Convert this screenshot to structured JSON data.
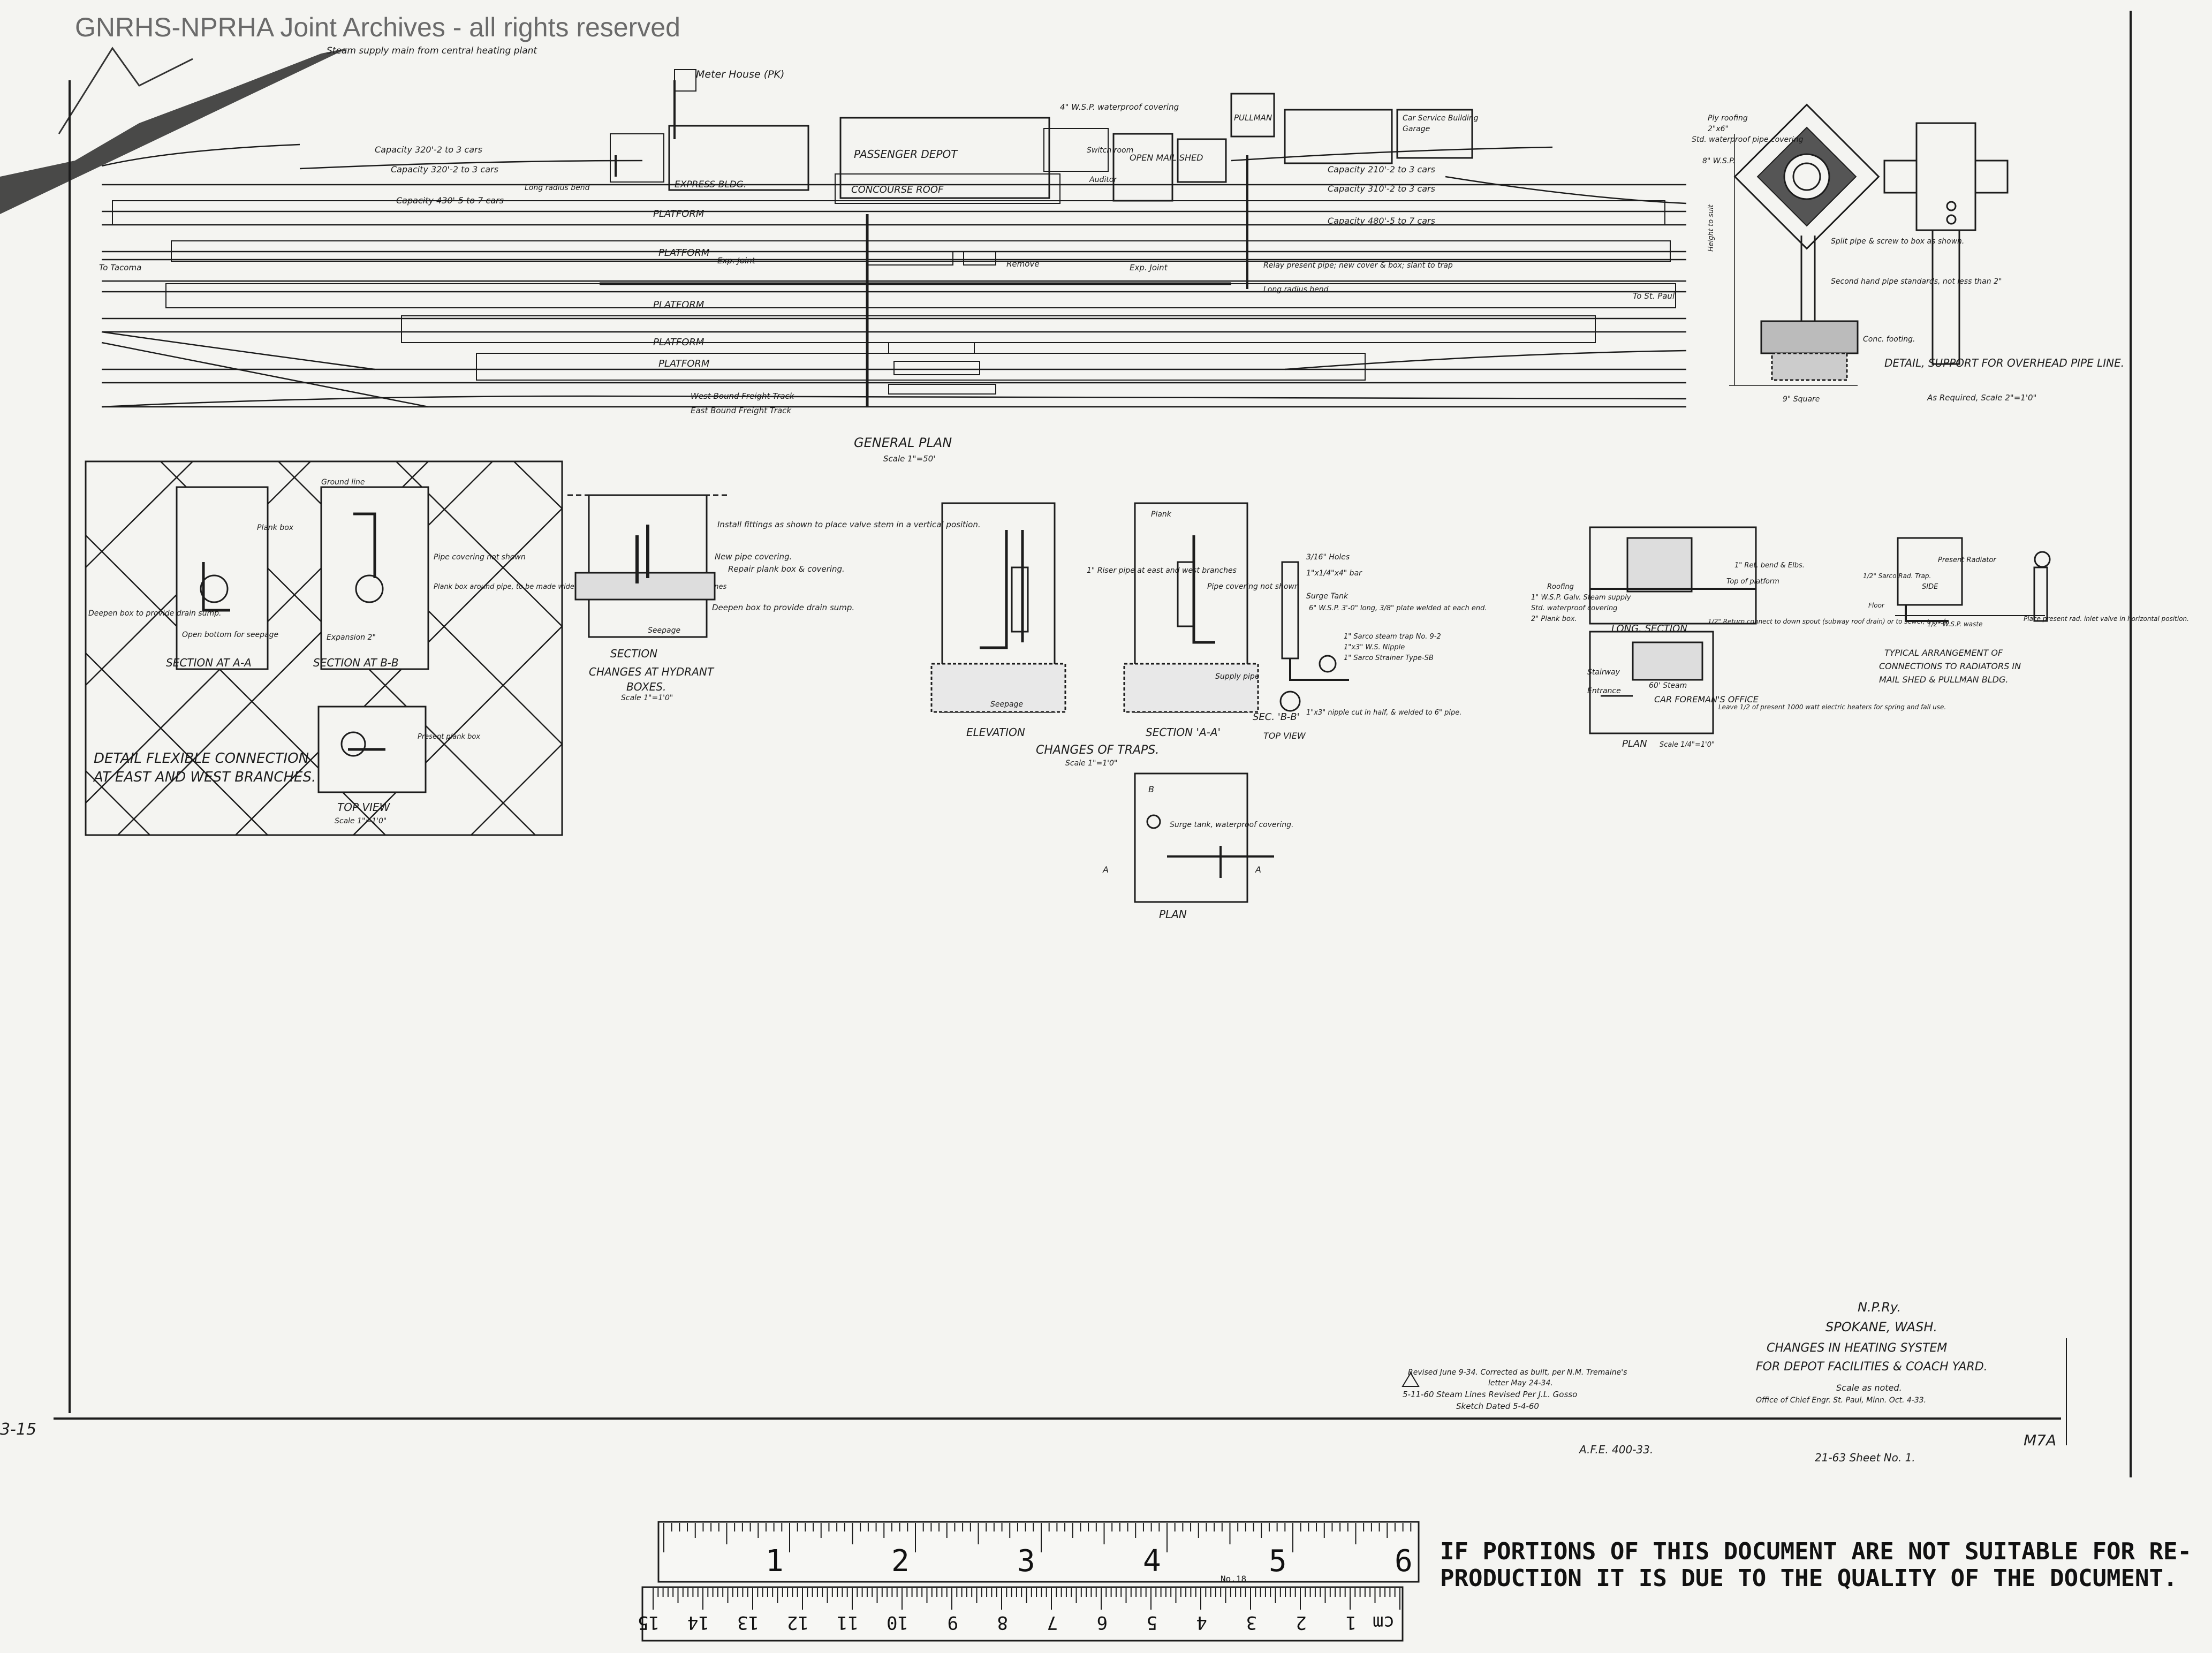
{
  "watermark": "GNRHS-NPRHA Joint Archives - all rights reserved",
  "general_plan": {
    "title": "GENERAL PLAN",
    "scale": "Scale 1\"=50'",
    "buildings": {
      "passenger_depot": "PASSENGER DEPOT",
      "concourse_roof": "CONCOURSE ROOF",
      "express_bldg": "EXPRESS BLDG.",
      "open_mail_shed": "OPEN MAIL SHED",
      "pullman": "PULLMAN",
      "meter_house": "Meter House (PK)",
      "car_service": "Car Service Building",
      "garage": "Garage",
      "switch_room": "Switch room",
      "auditor": "Auditor"
    },
    "platforms": [
      "PLATFORM",
      "PLATFORM",
      "PLATFORM",
      "PLATFORM",
      "PLATFORM"
    ],
    "labels": {
      "steam_supply": "Steam supply main from central heating plant",
      "to_tacoma": "To Tacoma",
      "to_st_paul": "To St. Paul",
      "west_freight": "West Bound Freight Track",
      "east_freight": "East Bound Freight Track",
      "cap_1": "Capacity 320'-2 to 3 cars",
      "cap_2": "Capacity 320'-2 to 3 cars",
      "cap_3": "Capacity 430'-5 to 7 cars",
      "cap_4": "Capacity 210'-2 to 3 cars",
      "cap_5": "Capacity 310'-2 to 3 cars",
      "cap_6": "Capacity 480'-5 to 7 cars",
      "long_radius": "Long radius bend",
      "exp_joint": "Exp. Joint",
      "relay_pipe": "Relay present pipe; new cover & box; slant to trap",
      "remove": "Remove",
      "waterproof_cov": "4\" W.S.P. waterproof covering"
    }
  },
  "detail_support": {
    "title": "DETAIL, SUPPORT FOR OVERHEAD PIPE LINE.",
    "scale": "As Required, Scale 2\"=1'0\"",
    "labels": {
      "ply_roofing": "Ply roofing",
      "size": "2\"x6\"",
      "std_wp": "Std. waterproof pipe covering",
      "wsp": "8\" W.S.P.",
      "split_pipe": "Split pipe & screw to box as shown.",
      "second_hand": "Second hand pipe standards, not less than 2\"",
      "conc_footing": "Conc. footing.",
      "square": "9\" Square",
      "height": "Height to suit"
    }
  },
  "detail_flexible": {
    "title_line1": "DETAIL FLEXIBLE CONNECTION",
    "title_line2": "AT EAST AND WEST BRANCHES.",
    "section_aa": "SECTION AT A-A",
    "section_bb": "SECTION AT B-B",
    "top_view": "TOP VIEW",
    "top_view_scale": "Scale 1\"=1'0\"",
    "labels": {
      "ground_line": "Ground line",
      "plank_box": "Plank box",
      "pipe_covering": "Pipe covering not shown",
      "plank_box_around": "Plank box around pipe, to be made wide enough to allow for expansion of pipe lines",
      "deepen_box": "Deepen box to provide drain sump.",
      "open_bottom": "Open bottom for seepage",
      "expansion": "Expansion 2\"",
      "present_plank": "Present plank box"
    }
  },
  "hydrant": {
    "title": "SECTION",
    "subtitle_1": "CHANGES AT HYDRANT",
    "subtitle_2": "BOXES.",
    "scale": "Scale 1\"=1'0\"",
    "labels": {
      "install": "Install fittings as shown to place valve stem in a vertical position.",
      "new_pipe": "New pipe covering.",
      "repair": "Repair plank box & covering.",
      "deepen": "Deepen box to provide drain sump.",
      "seepage": "Seepage"
    }
  },
  "traps": {
    "title": "CHANGES OF TRAPS.",
    "scale": "Scale 1\"=1'0\"",
    "elevation": "ELEVATION",
    "section_aa": "SECTION 'A-A'",
    "sec_bb": "SEC. 'B-B'",
    "top_view": "TOP VIEW",
    "plan": "PLAN",
    "labels": {
      "riser": "1\" Riser pipe at east and west branches",
      "plank": "Plank",
      "pipe_cov": "Pipe covering not shown",
      "supply": "Supply pipe",
      "seepage": "Seepage",
      "holes": "3/16\" Holes",
      "bar": "1\"x1/4\"x4\" bar",
      "surge": "Surge Tank",
      "tank_spec": "6\" W.S.P. 3'-0\" long, 3/8\" plate welded at each end.",
      "sarco_trap": "1\" Sarco steam trap No. 9-2",
      "nipple": "1\"x3\" W.S. Nipple",
      "strainer": "1\" Sarco Strainer Type-SB",
      "nipple_cut": "1\"x3\" nipple cut in half, & welded to 6\" pipe.",
      "surge_wp": "Surge tank, waterproof covering.",
      "mark_a": "A",
      "mark_b": "B"
    }
  },
  "foreman": {
    "long_section": "LONG. SECTION",
    "plan": "PLAN",
    "plan_scale": "Scale 1/4\"=1'0\"",
    "office": "CAR FOREMAN'S OFFICE",
    "labels": {
      "roofing": "Roofing",
      "wsp_galv": "1\" W.S.P. Galv. Steam supply",
      "std_wp": "Std. waterproof covering",
      "plank_box": "2\" Plank box.",
      "stairway": "Stairway",
      "entrance": "Entrance",
      "steam_60": "60' Steam",
      "leave": "Leave 1/2 of present 1000 watt electric heaters for spring and fall use.",
      "return": "1/2\" Return connect to down spout (subway roof drain) or to sewer, trench.",
      "top_platform": "Top of platform",
      "ret_bend": "1\" Ret. bend & Elbs."
    }
  },
  "radiators": {
    "title_1": "TYPICAL ARRANGEMENT OF",
    "title_2": "CONNECTIONS TO RADIATORS IN",
    "title_3": "MAIL SHED & PULLMAN BLDG.",
    "labels": {
      "present_radiator": "Present Radiator",
      "side": "SIDE",
      "sarco_trap": "1/2\" Sarco Rad. Trap.",
      "floor": "Floor",
      "wsp": "1/2\" W.S.P. waste",
      "place": "Place present rad. inlet valve in horizontal position."
    }
  },
  "title_block": {
    "railway": "N.P.Ry.",
    "city": "SPOKANE, WASH.",
    "title_1": "CHANGES IN HEATING SYSTEM",
    "title_2": "FOR DEPOT FACILITIES & COACH YARD.",
    "scale": "Scale as noted.",
    "office": "Office of Chief Engr. St. Paul, Minn. Oct. 4-33.",
    "revised_1": "Revised June 9-34. Corrected as built, per N.M. Tremaine's",
    "revised_2": "letter May 24-34.",
    "revised_3": "5-11-60  Steam Lines Revised Per J.L. Gosso",
    "revised_4": "Sketch Dated 5-4-60",
    "aee": "A.F.E. 400-33.",
    "sheet": "21-63  Sheet No. 1.",
    "drawing_no": "M7A",
    "margin_mark": "3-15"
  },
  "ruler": {
    "inches": [
      "1",
      "2",
      "3",
      "4",
      "5",
      "6"
    ],
    "cm": [
      "1",
      "2",
      "3",
      "4",
      "5",
      "6",
      "7",
      "8",
      "9",
      "10",
      "11",
      "12",
      "13",
      "14",
      "15"
    ],
    "cm_unit": "cm",
    "maker": "No.18"
  },
  "notice": {
    "line_1": "IF PORTIONS OF THIS DOCUMENT ARE NOT SUITABLE FOR RE-",
    "line_2": "PRODUCTION IT IS DUE TO THE QUALITY OF THE DOCUMENT."
  },
  "colors": {
    "ink": "#1c1c1c",
    "paper": "#f4f4f1",
    "watermark": "#6a6a6a"
  }
}
